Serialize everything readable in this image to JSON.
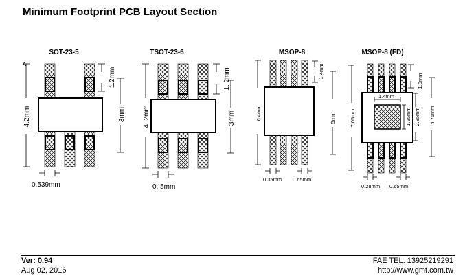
{
  "title": "Minimum Footprint PCB Layout Section",
  "packages": [
    {
      "name": "SOT-23-5",
      "dims": {
        "height": "4.2mm",
        "pad": "1.2mm",
        "body": "3mm",
        "width": "0.539mm"
      }
    },
    {
      "name": "TSOT-23-6",
      "dims": {
        "height": "4. 2mm",
        "pad": "1. 2mm",
        "body": "3mm",
        "width": "0. 5mm"
      }
    },
    {
      "name": "MSOP-8",
      "dims": {
        "height": "6.4mm",
        "pad": "1.4mm",
        "body": "5mm",
        "width": "0.35mm",
        "pitch": "0.65mm"
      }
    },
    {
      "name": "MSOP-8 (FD)",
      "dims": {
        "height": "7.05mm",
        "pad": "1.9mm",
        "ep_width": "1.4mm",
        "ep_height": "1.35mm",
        "body_inner": "2.85mm",
        "body": "4.75mm",
        "width": "0.28mm",
        "pitch": "0.65mm"
      }
    }
  ],
  "footer": {
    "version": "Ver: 0.94",
    "date": "Aug 02, 2016",
    "tel": "FAE TEL: 13925219291",
    "url": "http://www.gmt.com.tw"
  }
}
